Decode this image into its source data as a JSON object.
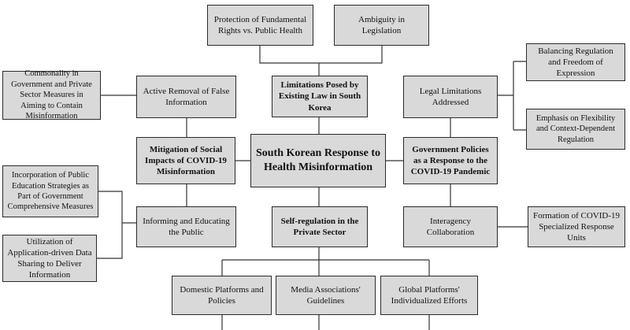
{
  "nodes": {
    "center": "South Korean Response to Health Misinformation",
    "limitations": "Limitations Posed by Existing Law in South Korea",
    "mitigation": "Mitigation of Social Impacts of COVID-19 Misinformation",
    "gov_policies": "Government Policies as a Response to the COVID-19 Pandemic",
    "self_regulation": "Self-regulation in the Private Sector",
    "rights_vs_health": "Protection of Fundamental Rights vs. Public Health",
    "ambiguity": "Ambiguity in Legislation",
    "active_removal": "Active Removal of False Information",
    "informing": "Informing and Educating the Public",
    "commonality": "Commonality in Government and Private Sector Measures in Aiming to Contain Misinformation",
    "incorporation": "Incorporation of Public Education Strategies as Part of Government Comprehensive Measures",
    "utilization": "Utilization of Application-driven Data Sharing to Deliver Information",
    "legal_limitations": "Legal Limitations Addressed",
    "balancing": "Balancing Regulation and Freedom of Expression",
    "emphasis": "Emphasis on Flexibility and Context-Dependent Regulation",
    "interagency": "Interagency Collaboration",
    "formation": "Formation of COVID-19 Specialized Response Units",
    "domestic": "Domestic Platforms and Policies",
    "media": "Media Associations' Guidelines",
    "global": "Global Platforms' Individualized Efforts"
  },
  "colors": {
    "box_fill": "#d9d9d9",
    "border": "#2b2b2b",
    "connector": "#333333"
  }
}
